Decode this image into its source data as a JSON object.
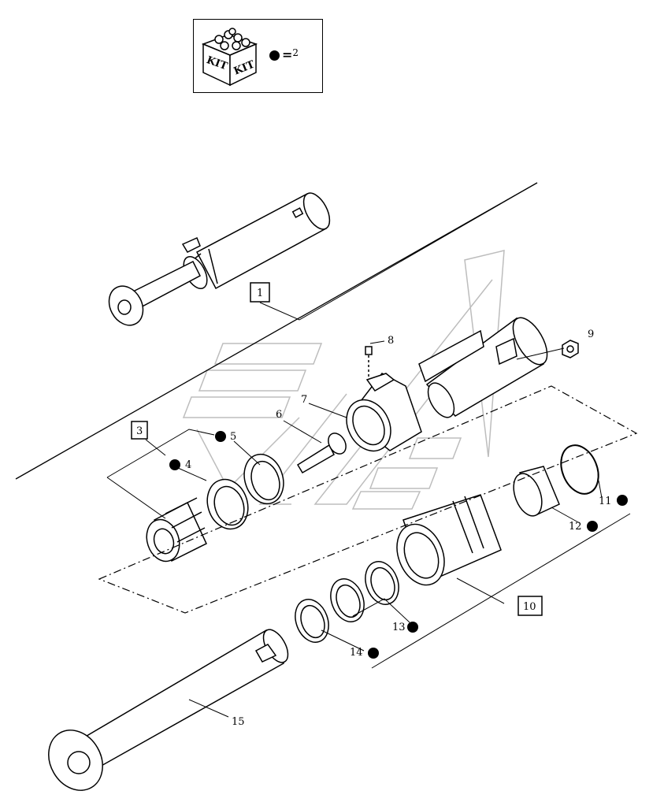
{
  "kit": {
    "label_left": "KIT",
    "label_right": "KIT",
    "equals_text": "=",
    "value": "2"
  },
  "callouts": {
    "c1": "1",
    "c3": "3",
    "c4": "4",
    "c5": "5",
    "c6": "6",
    "c7": "7",
    "c8": "8",
    "c9": "9",
    "c10": "10",
    "c11": "11",
    "c12": "12",
    "c13": "13",
    "c14": "14",
    "c15": "15"
  },
  "colors": {
    "line": "#000000",
    "watermark": "#bdbdbd",
    "paper": "#ffffff"
  }
}
